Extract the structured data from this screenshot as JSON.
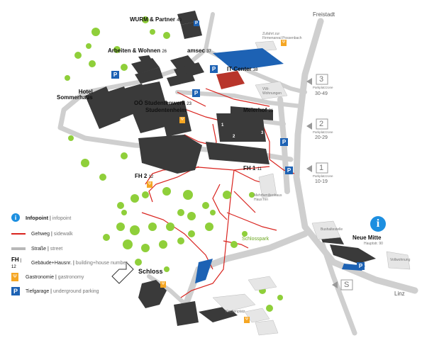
{
  "labels": {
    "wurm": {
      "name": "WURM & Partner",
      "num": "40"
    },
    "arbeiten": {
      "name": "Arbeiten & Wohnen",
      "num": "26"
    },
    "amsec": {
      "name": "amsec",
      "num": "37"
    },
    "itcenter": {
      "name": "IT-Center",
      "num": "38"
    },
    "hotel": {
      "name": "Hotel\nSommerhaus"
    },
    "oo": {
      "name": "OÖ Studentenwerk",
      "num": "23"
    },
    "studentenheim": {
      "name": "Studentenheim"
    },
    "meierhof": {
      "name": "Meierhof",
      "num": "21"
    },
    "fh2": {
      "name": "FH 2",
      "num": "12"
    },
    "fh1": {
      "name": "FH 1",
      "num": "11"
    },
    "schloss": {
      "name": "Schloss"
    },
    "neuemitte": {
      "name": "Neue Mitte",
      "num": "Hauptstr. 90"
    }
  },
  "small_labels": {
    "zufahrt": "Zufahrt zur\nFirmenareal Possenbach",
    "vulkhaus": "VW-\nWohnungen",
    "mehrfamilien": "Mehrfamilienhaus\nHaus Inn",
    "bushaltestelle": "Bushaltestelle",
    "vollwohn": "Vollwohnung",
    "kirchenplatz": "Kirchenplatz"
  },
  "roads": {
    "freistadt": "Freistadt",
    "linz": "Linz"
  },
  "park": "Schlosspark",
  "zones": [
    {
      "num": "3",
      "label": "Parkplatzzone",
      "range": "30-49"
    },
    {
      "num": "2",
      "label": "Parkplatzzone",
      "range": "20-29"
    },
    {
      "num": "1",
      "label": "Parkplatzzone",
      "range": "10-19"
    }
  ],
  "bus_zone": {
    "letter": "S"
  },
  "building_numbers": [
    "1",
    "2",
    "3"
  ],
  "legend": [
    {
      "key": "infopoint",
      "label": "Infopoint",
      "sub": "infopoint"
    },
    {
      "key": "gehweg",
      "label": "Gehweg",
      "sub": "sidewalk"
    },
    {
      "key": "strasse",
      "label": "Straße",
      "sub": "street"
    },
    {
      "key": "gebaeude",
      "label": "Gebäude+Hausnr.",
      "sub": "building+house number",
      "symbol": "FH",
      "symbol_num": "12"
    },
    {
      "key": "gastro",
      "label": "Gastronomie",
      "sub": "gastronomy"
    },
    {
      "key": "tiefgarage",
      "label": "Tiefgarage",
      "sub": "underground parking"
    }
  ],
  "colors": {
    "building": "#3a3a3a",
    "street": "#c8c8c8",
    "sidewalk": "#d9231e",
    "tree": "#8fcf3a",
    "parking": "#1d62b4",
    "gastro": "#f5a623",
    "info": "#1d8fe0"
  }
}
